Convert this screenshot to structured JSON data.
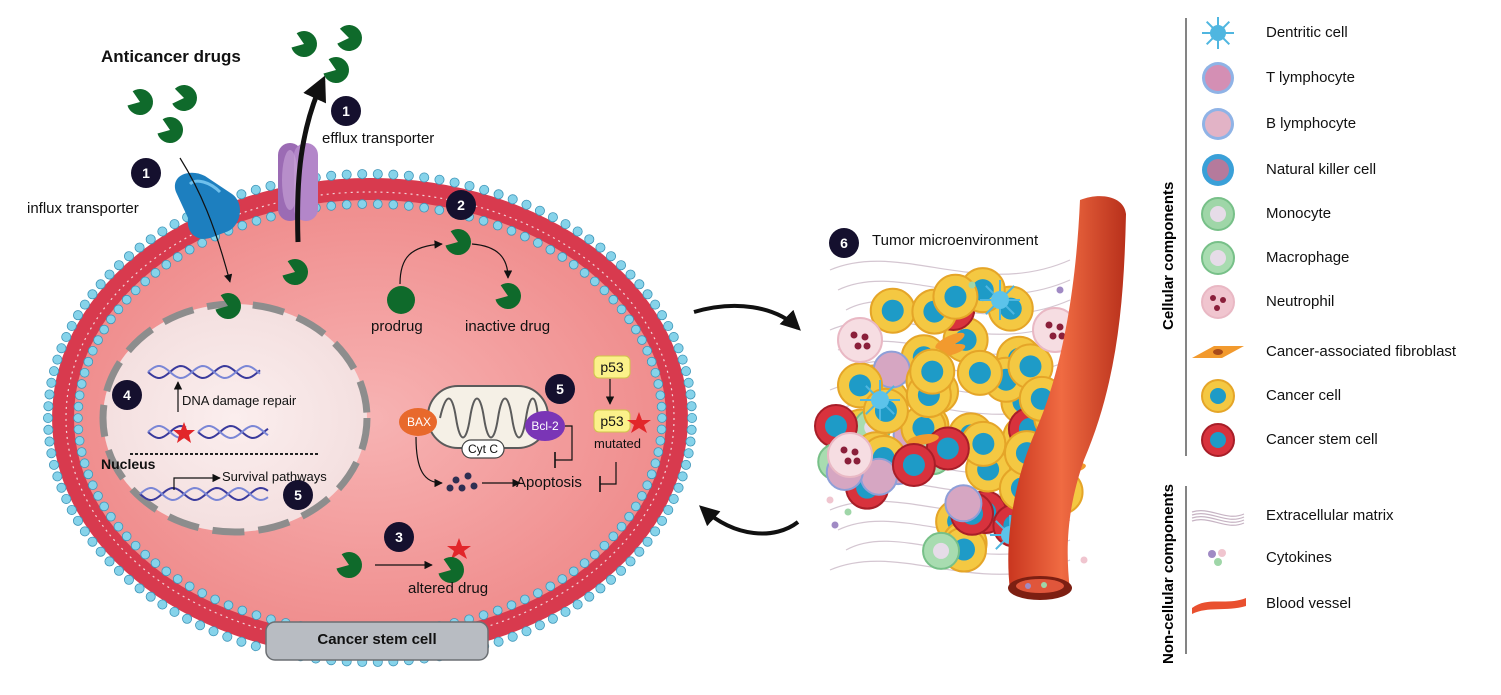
{
  "title": "Anticancer drugs",
  "badges": {
    "n1": "1",
    "n2": "2",
    "n3": "3",
    "n4": "4",
    "n5": "5",
    "n6": "6"
  },
  "cell": {
    "influx": "influx transporter",
    "efflux": "efflux transporter",
    "prodrug": "prodrug",
    "inactive": "inactive drug",
    "altered": "altered drug",
    "nucleus": "Nucleus",
    "dna_repair": "DNA damage repair",
    "survival": "Survival pathways",
    "bax": "BAX",
    "bcl2": "Bcl-2",
    "cytc": "Cyt C",
    "apoptosis": "Apoptosis",
    "p53": "p53",
    "p53_mut": "p53",
    "mutated": "mutated",
    "cell_label": "Cancer stem cell"
  },
  "tme": {
    "label": "Tumor microenvironment"
  },
  "legend": {
    "cellular_title": "Cellular components",
    "noncellular_title": "Non-cellular components",
    "items": [
      {
        "label": "Dentritic cell",
        "icon": "dendritic-cell-icon",
        "color": "#4fb6e0"
      },
      {
        "label": "T lymphocyte",
        "icon": "t-lymphocyte-icon",
        "color": "#d48fb4"
      },
      {
        "label": "B lymphocyte",
        "icon": "b-lymphocyte-icon",
        "color": "#e2b3c6"
      },
      {
        "label": "Natural killer cell",
        "icon": "nk-cell-icon",
        "color": "#3aa0d8"
      },
      {
        "label": "Monocyte",
        "icon": "monocyte-icon",
        "color": "#9fd6a8"
      },
      {
        "label": "Macrophage",
        "icon": "macrophage-icon",
        "color": "#a8dcb0"
      },
      {
        "label": "Neutrophil",
        "icon": "neutrophil-icon",
        "color": "#f0c5cf"
      },
      {
        "label": "Cancer-associated fibroblast",
        "icon": "fibroblast-icon",
        "color": "#f29a2e"
      },
      {
        "label": "Cancer cell",
        "icon": "cancer-cell-icon",
        "color": "#f4c842"
      },
      {
        "label": "Cancer stem cell",
        "icon": "cancer-stem-cell-icon",
        "color": "#d8323d"
      }
    ],
    "noncellular_items": [
      {
        "label": "Extracellular matrix",
        "icon": "ecm-icon",
        "color": "#c7b4c4"
      },
      {
        "label": "Cytokines",
        "icon": "cytokines-icon",
        "color": "#a08ac4"
      },
      {
        "label": "Blood vessel",
        "icon": "blood-vessel-icon",
        "color": "#e9502f"
      }
    ]
  },
  "colors": {
    "cytoplasm": "#f08f8f",
    "membrane_red": "#d83a4e",
    "lipid_head": "#7dd0e8",
    "drug": "#0f6a2b",
    "badge": "#15102e"
  }
}
